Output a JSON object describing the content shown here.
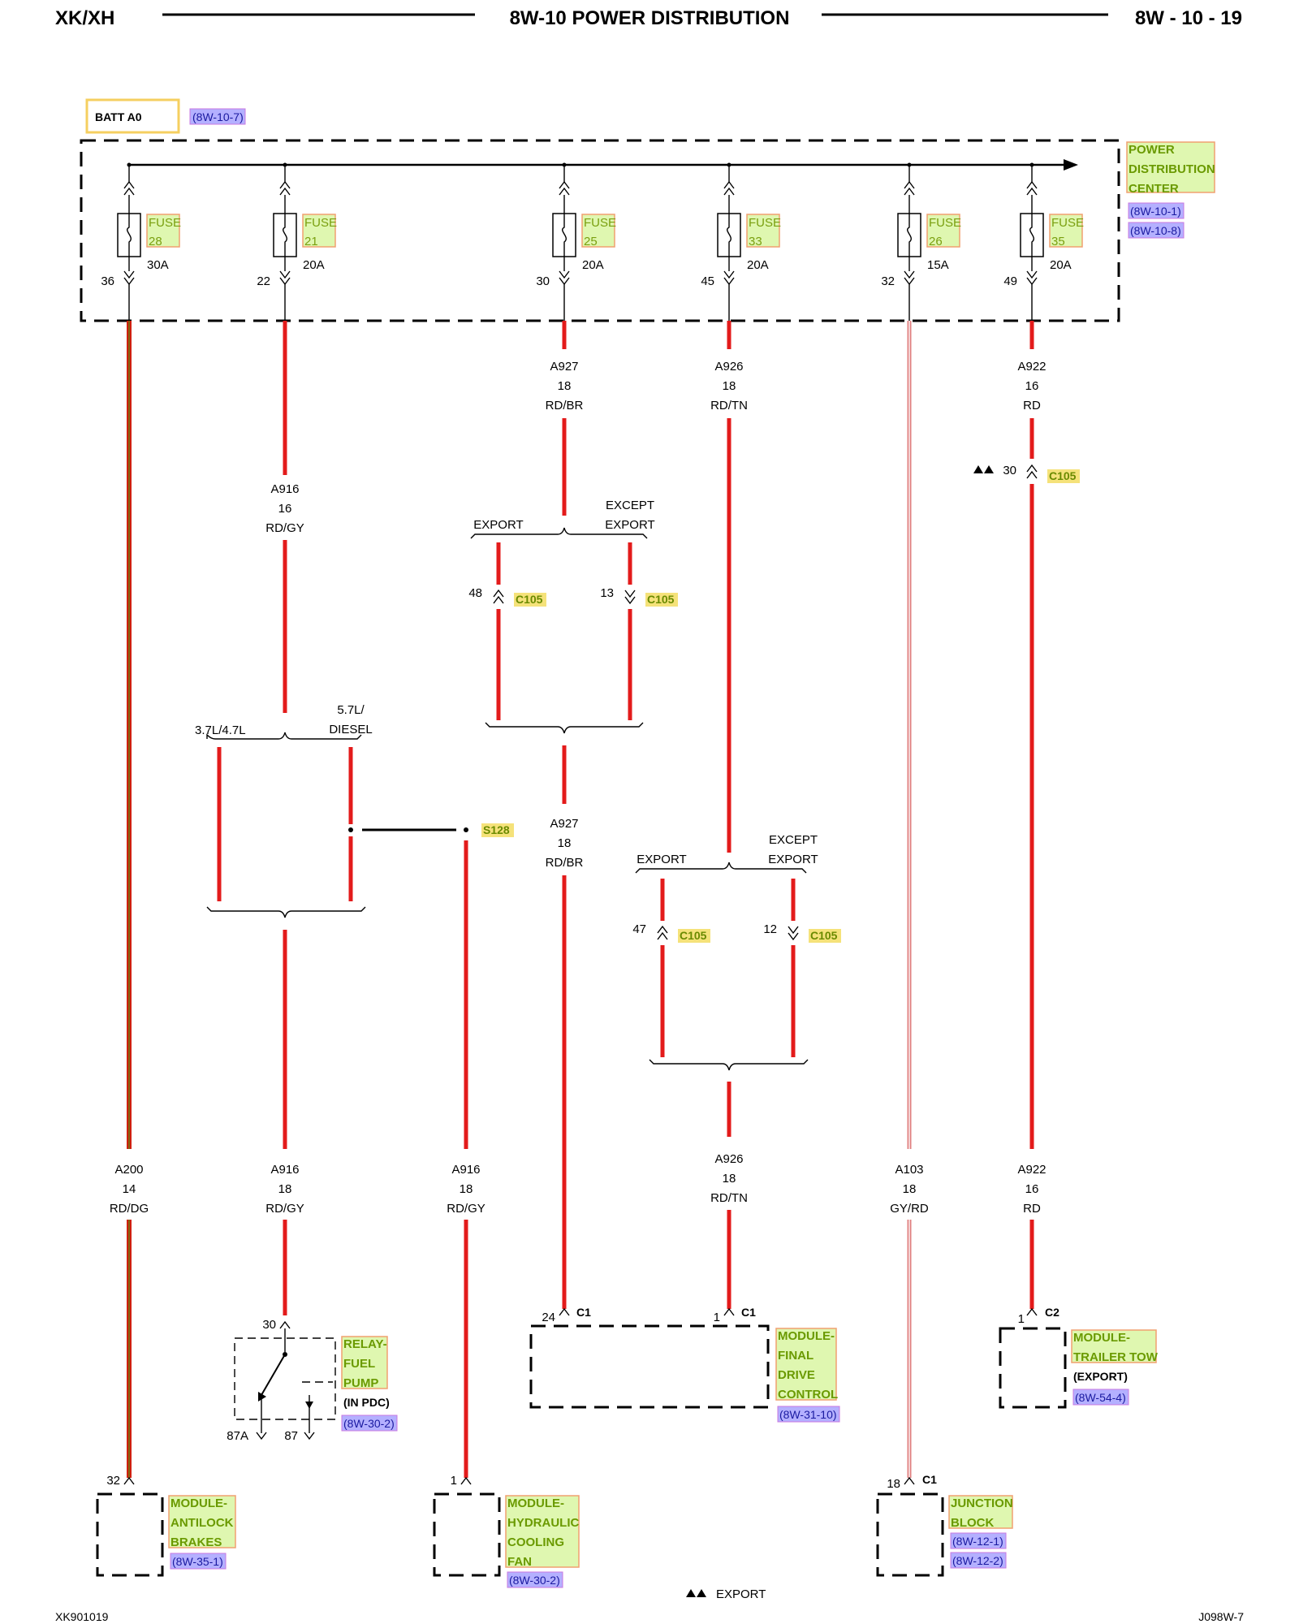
{
  "header": {
    "model": "XK/XH",
    "title": "8W-10 POWER DISTRIBUTION",
    "page": "8W - 10 - 19"
  },
  "footer": {
    "left": "XK901019",
    "right": "J098W-7",
    "legend": "EXPORT"
  },
  "source": {
    "label": "BATT A0",
    "ref": "(8W-10-7)"
  },
  "pdc": {
    "name1": "POWER",
    "name2": "DISTRIBUTION",
    "name3": "CENTER",
    "ref1": "(8W-10-1)",
    "ref2": "(8W-10-8)"
  },
  "fuse_word": "FUSE",
  "fuses": [
    {
      "num": "28",
      "amps": "30A",
      "pin": "36"
    },
    {
      "num": "21",
      "amps": "20A",
      "pin": "22"
    },
    {
      "num": "25",
      "amps": "20A",
      "pin": "30"
    },
    {
      "num": "33",
      "amps": "20A",
      "pin": "45"
    },
    {
      "num": "26",
      "amps": "15A",
      "pin": "32"
    },
    {
      "num": "35",
      "amps": "20A",
      "pin": "49"
    }
  ],
  "wires": {
    "a927_top": [
      "A927",
      "18",
      "RD/BR"
    ],
    "a926_top": [
      "A926",
      "18",
      "RD/TN"
    ],
    "a922_top": [
      "A922",
      "16",
      "RD"
    ],
    "a916_top": [
      "A916",
      "16",
      "RD/GY"
    ],
    "a927_mid": [
      "A927",
      "18",
      "RD/BR"
    ],
    "a200": [
      "A200",
      "14",
      "RD/DG"
    ],
    "a916_relay": [
      "A916",
      "18",
      "RD/GY"
    ],
    "a916_fan": [
      "A916",
      "18",
      "RD/GY"
    ],
    "a926_bot": [
      "A926",
      "18",
      "RD/TN"
    ],
    "a103": [
      "A103",
      "18",
      "GY/RD"
    ],
    "a922_bot": [
      "A922",
      "16",
      "RD"
    ]
  },
  "options": {
    "export": "EXPORT",
    "except": "EXCEPT",
    "export2": "EXPORT",
    "engine_a": "3.7L/4.7L",
    "engine_b1": "5.7L/",
    "engine_b2": "DIESEL"
  },
  "connectors": {
    "c105": "C105",
    "s128": "S128",
    "c1": "C1",
    "c2": "C2",
    "pins": {
      "a922_c105": "30",
      "a927_export": "48",
      "a927_except": "13",
      "a926_export": "47",
      "a926_except": "12",
      "fdc_24": "24",
      "fdc_1": "1",
      "ttow_1": "1",
      "abs_32": "32",
      "fan_1": "1",
      "jb_18": "18",
      "relay_30": "30",
      "relay_87a": "87A",
      "relay_87": "87"
    }
  },
  "components": {
    "relay": {
      "l1": "RELAY-",
      "l2": "FUEL",
      "l3": "PUMP",
      "note": "(IN PDC)",
      "ref": "(8W-30-2)"
    },
    "fdc": {
      "l1": "MODULE-",
      "l2": "FINAL",
      "l3": "DRIVE",
      "l4": "CONTROL",
      "ref": "(8W-31-10)"
    },
    "ttow": {
      "l1": "MODULE-",
      "l2": "TRAILER TOW",
      "note": "(EXPORT)",
      "ref": "(8W-54-4)"
    },
    "abs": {
      "l1": "MODULE-",
      "l2": "ANTILOCK",
      "l3": "BRAKES",
      "ref": "(8W-35-1)"
    },
    "fan": {
      "l1": "MODULE-",
      "l2": "HYDRAULIC",
      "l3": "COOLING",
      "l4": "FAN",
      "ref": "(8W-30-2)"
    },
    "jb": {
      "l1": "JUNCTION",
      "l2": "BLOCK",
      "ref1": "(8W-12-1)",
      "ref2": "(8W-12-2)"
    }
  },
  "colors": {
    "wire": "#e31b1b",
    "label_fill": "#dff7b0",
    "ref_fill": "#b4b0ff",
    "connector_fill": "#f5e27a"
  }
}
